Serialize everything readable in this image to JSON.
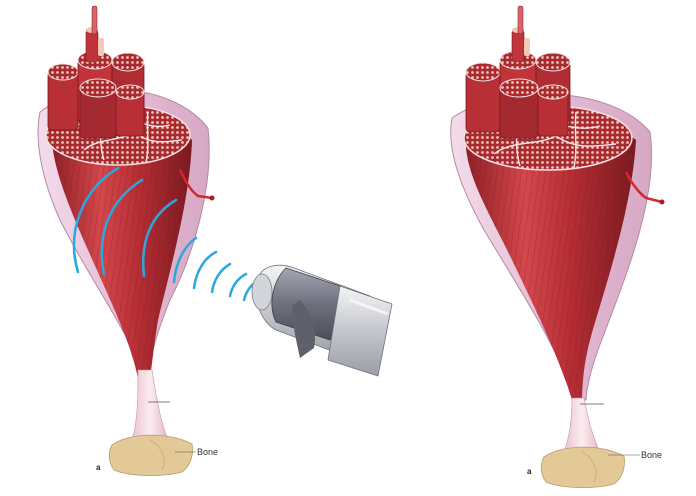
{
  "left_panel": {
    "letter": "a",
    "bone_label": "Bone"
  },
  "right_panel": {
    "letter": "a",
    "bone_label": "Bone"
  },
  "colors": {
    "muscle": "#c0343a",
    "muscle_dark": "#8e1f25",
    "muscle_light": "#e06a6a",
    "fascicle_face": "#a82a30",
    "fiber_dot": "#f3c9b8",
    "fascia": "#e8c6dc",
    "fascia_edge": "#b48aa6",
    "tendon": "#f2d9df",
    "bone": "#e3c898",
    "wave": "#2aa7df",
    "probe_body": "#7d7f8c",
    "probe_cap": "#e6e7ea",
    "probe_tip": "#c9cbd0"
  },
  "icons": [
    "ultrasound-probe-icon",
    "shockwave-arcs-icon"
  ]
}
